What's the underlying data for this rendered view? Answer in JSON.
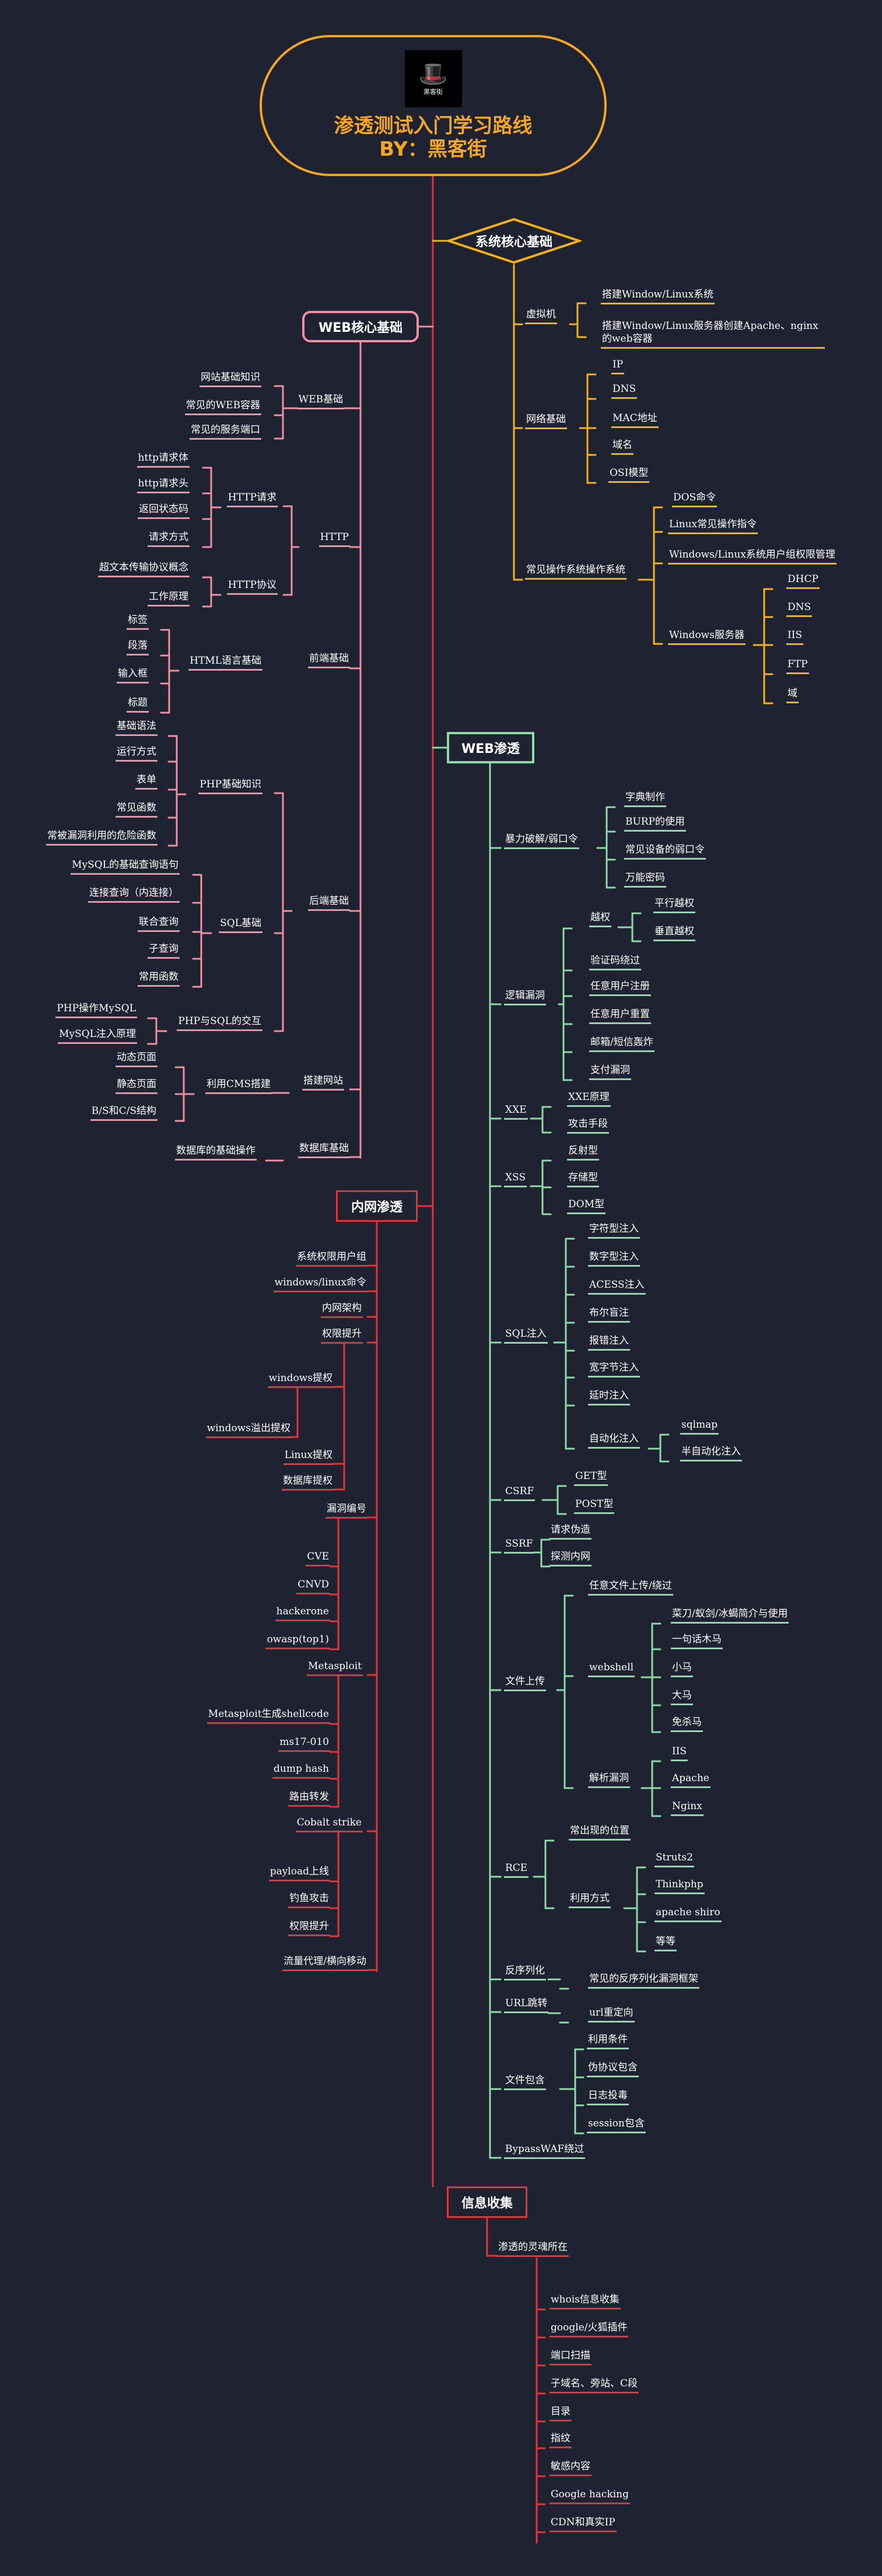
{
  "root": {
    "title": "渗透测试入门学习路线",
    "subtitle": "BY：黑客街",
    "logo_text": "黑客街",
    "logo_icon": "hacker-hat-icon"
  },
  "colors": {
    "background": "#1e2231",
    "system": "#f5b216",
    "web_core": "#ef8fa2",
    "web_pentest": "#8ed9a7",
    "intranet": "#e2343a",
    "info": "#e2343a"
  },
  "system": {
    "title": "系统核心基础",
    "vm": {
      "label": "虚拟机",
      "items": [
        "搭建Window/Linux系统",
        "搭建Window/Linux服务器创建Apache、nginx的web容器"
      ]
    },
    "net": {
      "label": "网络基础",
      "items": [
        "IP",
        "DNS",
        "MAC地址",
        "域名",
        "OSI模型"
      ]
    },
    "os": {
      "label": "常见操作系统操作系统",
      "items": [
        "DOS命令",
        "Linux常见操作指令",
        "Windows/Linux系统用户组权限管理"
      ]
    },
    "winsrv": {
      "label": "Windows服务器",
      "items": [
        "DHCP",
        "DNS",
        "IIS",
        "FTP",
        "域"
      ]
    }
  },
  "web_core": {
    "title": "WEB核心基础",
    "web_basic": {
      "label": "WEB基础",
      "items": [
        "网站基础知识",
        "常见的WEB容器",
        "常见的服务端口"
      ]
    },
    "http": {
      "label": "HTTP",
      "req_label": "HTTP请求",
      "req_items": [
        "http请求体",
        "http请求头",
        "返回状态码",
        "请求方式"
      ],
      "proto_label": "HTTP协议",
      "proto_items": [
        "超文本传输协议概念",
        "工作原理"
      ]
    },
    "frontend": {
      "label": "前端基础",
      "html_label": "HTML语言基础",
      "html_items": [
        "标签",
        "段落",
        "输入框",
        "标题"
      ]
    },
    "backend": {
      "label": "后端基础",
      "php_label": "PHP基础知识",
      "php_items": [
        "基础语法",
        "运行方式",
        "表单",
        "常见函数",
        "常被漏洞利用的危险函数"
      ],
      "sql_label": "SQL基础",
      "sql_items": [
        "MySQL的基础查询语句",
        "连接查询（内连接）",
        "联合查询",
        "子查询",
        "常用函数"
      ],
      "phpsql_label": "PHP与SQL的交互",
      "phpsql_items": [
        "PHP操作MySQL",
        "MySQL注入原理"
      ]
    },
    "site": {
      "label": "搭建网站",
      "cms_label": "利用CMS搭建",
      "cms_items": [
        "动态页面",
        "静态页面",
        "B/S和C/S结构"
      ]
    },
    "db": {
      "label": "数据库基础",
      "items": [
        "数据库的基础操作"
      ]
    }
  },
  "web_pentest": {
    "title": "WEB渗透",
    "brute": {
      "label": "暴力破解/弱口令",
      "items": [
        "字典制作",
        "BURP的使用",
        "常见设备的弱口令",
        "万能密码"
      ]
    },
    "logic": {
      "label": "逻辑漏洞",
      "overreach": "越权",
      "overreach_items": [
        "平行越权",
        "垂直越权"
      ],
      "items": [
        "验证码绕过",
        "任意用户注册",
        "任意用户重置",
        "邮箱/短信轰炸",
        "支付漏洞"
      ]
    },
    "xxe": {
      "label": "XXE",
      "items": [
        "XXE原理",
        "攻击手段"
      ]
    },
    "xss": {
      "label": "XSS",
      "items": [
        "反射型",
        "存储型",
        "DOM型"
      ]
    },
    "sqli": {
      "label": "SQL注入",
      "items": [
        "字符型注入",
        "数字型注入",
        "ACESS注入",
        "布尔盲注",
        "报错注入",
        "宽字节注入",
        "延时注入"
      ],
      "auto_label": "自动化注入",
      "auto_items": [
        "sqlmap",
        "半自动化注入"
      ]
    },
    "csrf": {
      "label": "CSRF",
      "items": [
        "GET型",
        "POST型"
      ]
    },
    "ssrf": {
      "label": "SSRF",
      "items": [
        "请求伪造",
        "探测内网"
      ]
    },
    "upload": {
      "label": "文件上传",
      "any_label": "任意文件上传/绕过",
      "webshell_label": "webshell",
      "webshell_items": [
        "菜刀/蚁剑/冰蝎简介与使用",
        "一句话木马",
        "小马",
        "大马",
        "免杀马"
      ],
      "parse_label": "解析漏洞",
      "parse_items": [
        "IIS",
        "Apache",
        "Nginx"
      ]
    },
    "rce": {
      "label": "RCE",
      "common_label": "常出现的位置",
      "exploit_label": "利用方式",
      "exploit_items": [
        "Struts2",
        "Thinkphp",
        "apache shiro",
        "等等"
      ]
    },
    "deser": {
      "label": "反序列化",
      "items": [
        "常见的反序列化漏洞框架"
      ]
    },
    "url": {
      "label": "URL跳转",
      "items": [
        "url重定向"
      ]
    },
    "include": {
      "label": "文件包含",
      "items": [
        "利用条件",
        "伪协议包含",
        "日志投毒",
        "session包含"
      ]
    },
    "waf": {
      "label": "BypassWAF绕过"
    }
  },
  "intranet": {
    "title": "内网渗透",
    "group1": [
      "系统权限用户组",
      "windows/linux命令",
      "内网架构"
    ],
    "privesc": {
      "label": "权限提升",
      "windows_label": "windows提权",
      "windows_items": [
        "windows溢出提权"
      ],
      "items": [
        "Linux提权",
        "数据库提权"
      ]
    },
    "vuln": {
      "label": "漏洞编号",
      "items": [
        "CVE",
        "CNVD",
        "hackerone",
        "owasp(top1)"
      ]
    },
    "msf": {
      "label": "Metasploit",
      "items": [
        "Metasploit生成shellcode",
        "ms17-010",
        "dump hash",
        "路由转发"
      ]
    },
    "cs": {
      "label": "Cobalt strike",
      "items": [
        "payload上线",
        "钓鱼攻击",
        "权限提升"
      ]
    },
    "last": "流量代理/横向移动"
  },
  "info": {
    "title": "信息收集",
    "sub_label": "渗透的灵魂所在",
    "items": [
      "whois信息收集",
      "google/火狐插件",
      "端口扫描",
      "子域名、旁站、C段",
      "目录",
      "指纹",
      "敏感内容",
      "Google hacking",
      "CDN和真实IP"
    ]
  }
}
